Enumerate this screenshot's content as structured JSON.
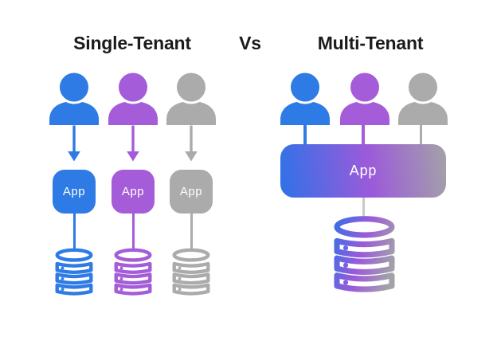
{
  "header": {
    "left_title": "Single-Tenant",
    "separator": "Vs",
    "right_title": "Multi-Tenant"
  },
  "single_tenant": {
    "tenants": [
      {
        "name": "blue-tenant",
        "app_label": "App"
      },
      {
        "name": "purple-tenant",
        "app_label": "App"
      },
      {
        "name": "gray-tenant",
        "app_label": "App"
      }
    ]
  },
  "multi_tenant": {
    "users": [
      "blue-user",
      "purple-user",
      "gray-user"
    ],
    "app_label": "App"
  },
  "icons": {
    "user": "user-icon",
    "arrow": "arrow-down-icon",
    "database": "database-icon"
  },
  "colors": {
    "blue": "#2E7BE6",
    "purple": "#A55CD9",
    "gray": "#ABABAB",
    "heading_text": "#1B1B1B",
    "app_label_text": "#FFFFFF",
    "connector_gray": "#C9C9C9",
    "gradient_blue": "#2E72E8",
    "gradient_purple": "#9C5ADA",
    "gradient_gray": "#A3A2A8"
  }
}
